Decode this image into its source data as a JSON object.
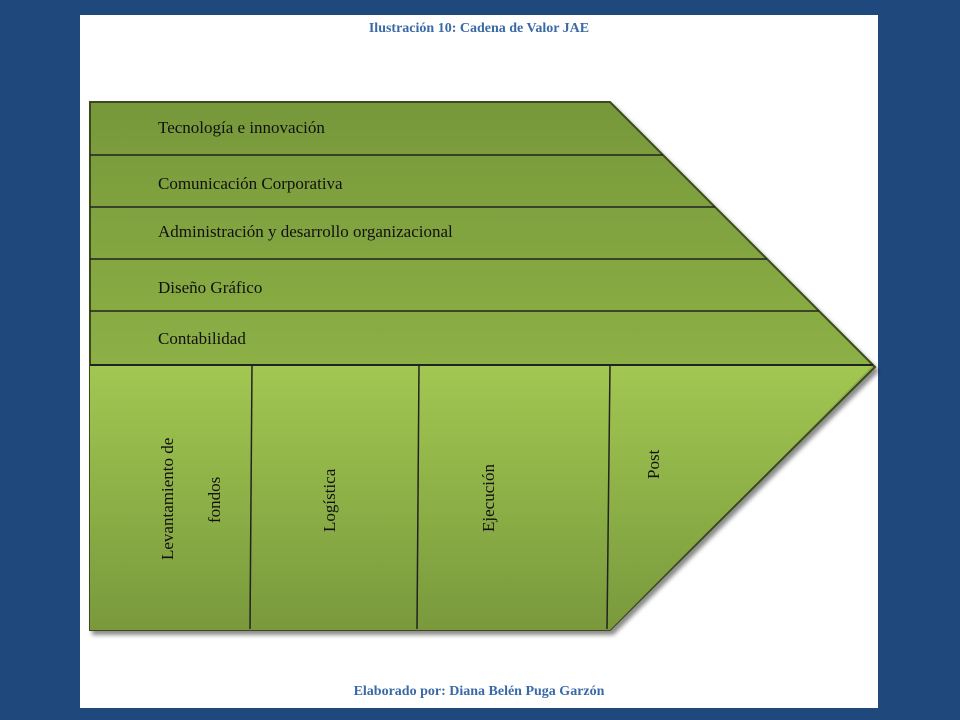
{
  "title": "Ilustración 10: Cadena de Valor JAE",
  "author": "Elaborado por: Diana Belén Puga Garzón",
  "support_activities": [
    "Tecnología e innovación",
    "Comunicación Corporativa",
    "Administración y desarrollo organizacional",
    "Diseño Gráfico",
    "Contabilidad"
  ],
  "primary_activities": [
    {
      "line1": "Levantamiento de",
      "line2": "fondos"
    },
    {
      "line1": "Logística",
      "line2": ""
    },
    {
      "line1": "Ejecución",
      "line2": ""
    },
    {
      "line1": "Post",
      "line2": ""
    }
  ],
  "colors": {
    "background": "#1f497d",
    "caption": "#3a6aa6",
    "green_dark": "#77983a",
    "green_light": "#a2c752",
    "outline": "#3b4a1f"
  }
}
